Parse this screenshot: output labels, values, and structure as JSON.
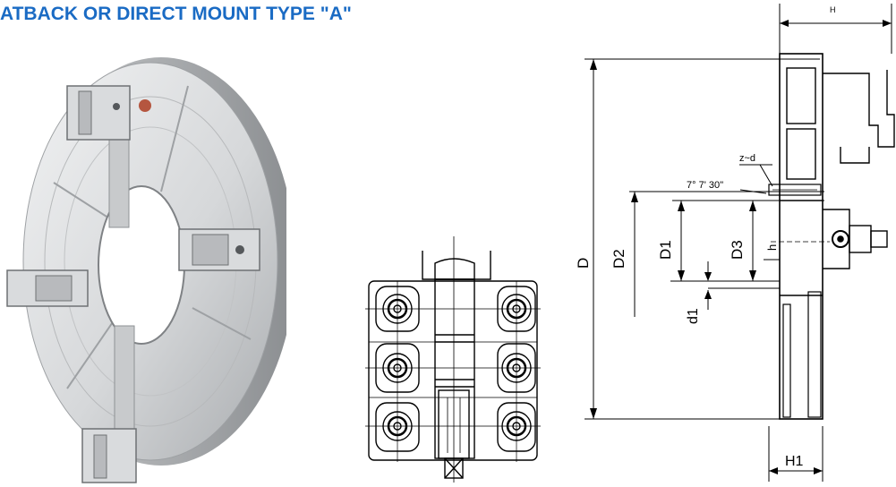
{
  "header": {
    "title": "ATBACK OR DIRECT MOUNT TYPE \"A\""
  },
  "colors": {
    "title": "#1a6bc4",
    "metal_light": "#e3e4e5",
    "metal_mid": "#c4c6c8",
    "metal_dark": "#8e9194",
    "line": "#000000"
  },
  "photo": {
    "alt_name": "four-jaw-chuck-photo"
  },
  "drawing": {
    "labels": {
      "H": "H",
      "H1": "H1",
      "D": "D",
      "D1": "D1",
      "D2": "D2",
      "D3": "D3",
      "d1": "d1",
      "h": "h",
      "z_d": "z~d",
      "taper": "7° 7' 30''"
    }
  }
}
